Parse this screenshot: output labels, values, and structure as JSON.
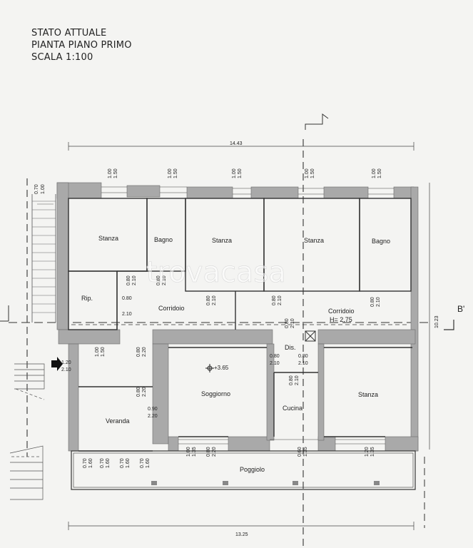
{
  "header": {
    "line1": "STATO ATTUALE",
    "line2": "PIANTA PIANO PRIMO",
    "line3": "SCALA 1:100"
  },
  "dims": {
    "total_top": "14.43",
    "total_bottom": "13.25",
    "right": "10.23",
    "left_stair_a": "0.70",
    "left_stair_b": "1.00",
    "section_label": "B'"
  },
  "windows_top": [
    "1.00",
    "1.50"
  ],
  "rooms": {
    "stanza1": "Stanza",
    "bagno1": "Bagno",
    "stanza2": "Stanza",
    "stanza3": "Stanza",
    "bagno2": "Bagno",
    "rip": "Rip.",
    "corridoio1": "Corridoio",
    "corridoio2": "Corridoio",
    "corridoio2_h": "H= 2,75",
    "dis": "Dis.",
    "soggiorno": "Soggiorno",
    "cucina": "Cucina",
    "stanza4": "Stanza",
    "veranda": "Veranda",
    "poggiolo": "Poggiolo",
    "level": "+3.65"
  },
  "door_dims": {
    "d080": "0.80",
    "d210": "2.10",
    "d220": "2.20",
    "d120": "1.20",
    "d100": "1.00",
    "d150": "1.50",
    "d090": "0.90",
    "d070": "0.70",
    "d160": "1.60",
    "d135": "1.35",
    "d060": "0.60"
  },
  "watermark": "trovacasa"
}
